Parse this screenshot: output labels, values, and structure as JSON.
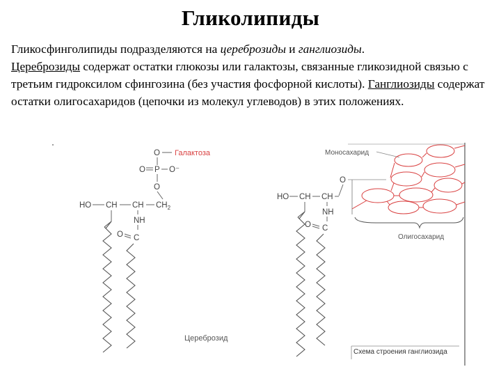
{
  "title": "Гликолипиды",
  "paragraph": {
    "s1_start": "Гликосфинголипиды подразделяются на ",
    "s1_term1": "цереброзиды",
    "s1_and": " и ",
    "s1_term2": "ганглиозиды",
    "s1_end": ".",
    "s2_term": "Цереброзиды",
    "s2_rest": " содержат остатки глюкозы или галактозы, связанные гликозидной связью с третьим гидроксилом сфингозина (без участия фосфорной кислоты). ",
    "s3_term": "Ганглиозиды",
    "s3_rest": " содержат остатки олигосахаридов (цепочки из молекул углеводов) в этих положениях."
  },
  "cerebroside": {
    "o_top": "O",
    "galactose": "Галактоза",
    "p_left_o": "O",
    "phosphorus": "P",
    "p_right_o": "O⁻",
    "o_below_p": "O",
    "ho": "HO",
    "ch1": "CH",
    "ch2": "CH",
    "ch2_end": "CH",
    "ch2_sub": "2",
    "nh": "NH",
    "o_amide": "O",
    "c_amide": "C",
    "caption": "Цереброзид"
  },
  "ganglioside": {
    "monosaccharide": "Моносахарид",
    "ho": "HO",
    "ch1": "CH",
    "ch2": "CH",
    "o_link": "O",
    "nh": "NH",
    "o_amide": "O",
    "c_amide": "C",
    "oligosaccharide": "Олигосахарид",
    "caption": "Схема строения ганглиозида"
  },
  "colors": {
    "accent": "#d94040",
    "gray": "#555555",
    "text": "#000000"
  }
}
